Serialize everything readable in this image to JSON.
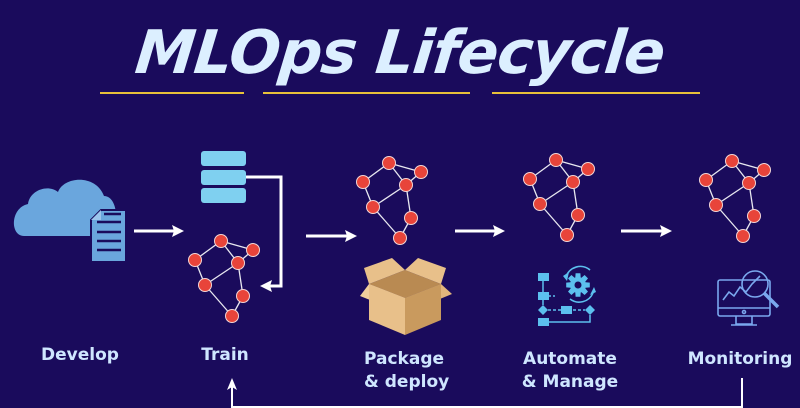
{
  "title": "MLOps Lifecycle",
  "colors": {
    "background": "#1a0b5c",
    "title_text": "#dcefff",
    "underline": "#e8c13a",
    "label_text": "#cfe6ff",
    "arrow": "#ffffff",
    "node_fill": "#e8443a",
    "node_stroke": "#f4d6d6",
    "edge": "#e8e8f0",
    "cloud": "#6aa6dd",
    "document": "#6aa6dd",
    "database": "#7fd0f0",
    "automation_icon": "#5cc0ee",
    "monitor_icon": "#7aa8ee",
    "box_light": "#e8c08a",
    "box_dark": "#c99a5e"
  },
  "stages": [
    {
      "id": "develop",
      "label_lines": [
        "Develop"
      ],
      "icon": "cloud-document-icon"
    },
    {
      "id": "train",
      "label_lines": [
        "Train"
      ],
      "icon": "database-and-neural-network-icon"
    },
    {
      "id": "package",
      "label_lines": [
        "Package",
        "& deploy"
      ],
      "icon": "cardboard-box-icon"
    },
    {
      "id": "automate",
      "label_lines": [
        "Automate",
        "& Manage"
      ],
      "icon": "automation-gear-flowchart-icon"
    },
    {
      "id": "monitoring",
      "label_lines": [
        "Monitoring"
      ],
      "icon": "monitor-magnifier-chart-icon"
    }
  ],
  "flow": [
    {
      "from": "develop",
      "to": "train"
    },
    {
      "from": "train",
      "to": "package"
    },
    {
      "from": "package",
      "to": "automate"
    },
    {
      "from": "automate",
      "to": "monitoring"
    },
    {
      "from": "monitoring",
      "to": "train",
      "type": "feedback-loop"
    }
  ]
}
